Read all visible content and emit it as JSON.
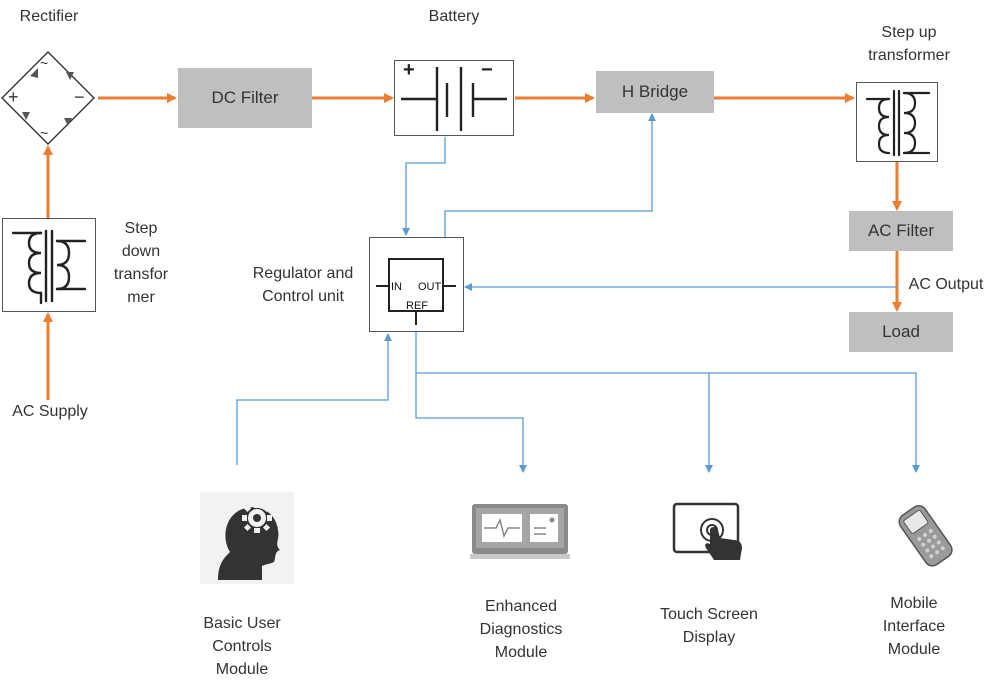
{
  "colors": {
    "power_flow": "#ed7d31",
    "control_flow": "#5a9bd5",
    "block_fill": "#bfbfbf",
    "text": "#333333"
  },
  "labels": {
    "rectifier": "Rectifier",
    "battery": "Battery",
    "step_up": "Step up transformer",
    "step_down": "Step down transfor mer",
    "ac_supply": "AC Supply",
    "regulator": "Regulator and Control unit",
    "ac_output": "AC Output",
    "basic_user": "Basic User Controls Module",
    "diagnostics": "Enhanced Diagnostics Module",
    "touch_screen": "Touch Screen Display",
    "mobile": "Mobile Interface Module"
  },
  "blocks": {
    "dc_filter": "DC Filter",
    "h_bridge": "H Bridge",
    "ac_filter": "AC Filter",
    "load": "Load"
  },
  "regulator_pins": {
    "in": "IN",
    "out": "OUT",
    "ref": "REF"
  },
  "battery_signs": {
    "plus": "+",
    "minus": "−"
  },
  "rectifier_signs": {
    "plus": "+",
    "minus": "−",
    "ac": "~"
  },
  "icons": {
    "basic_user": "user-head-gear-icon",
    "diagnostics": "diagnostics-monitor-icon",
    "touch_screen": "touch-screen-icon",
    "mobile": "mobile-phone-icon"
  }
}
